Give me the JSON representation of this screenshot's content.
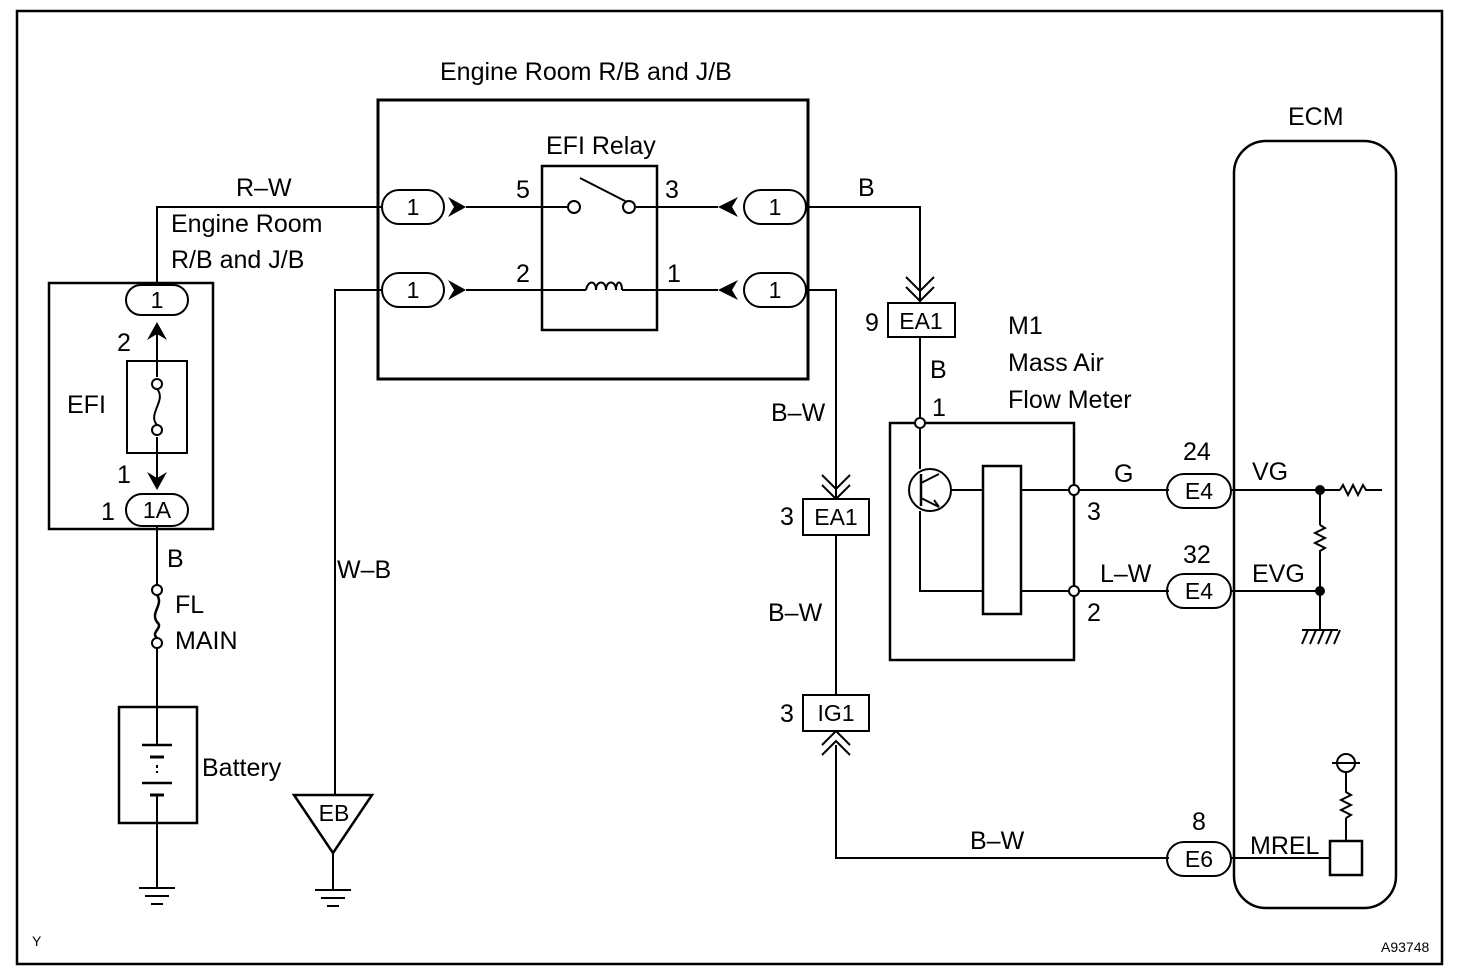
{
  "labels": {
    "title_rb_jb": "Engine Room R/B and J/B",
    "efi_relay": "EFI Relay",
    "ecm": "ECM",
    "rb_jb_line1": "Engine Room",
    "rb_jb_line2": "R/B and J/B",
    "efi_fuse": "EFI",
    "fl": "FL",
    "main": "MAIN",
    "battery": "Battery",
    "m1": "M1",
    "maf_line1": "Mass Air",
    "maf_line2": "Flow Meter",
    "vg": "VG",
    "evg": "EVG",
    "mrel": "MREL",
    "corner_left": "Y",
    "corner_right": "A93748"
  },
  "wires": {
    "rw": "R–W",
    "b_top": "B",
    "b_fuse": "B",
    "b_maf": "B",
    "wb": "W–B",
    "bw_1": "B–W",
    "bw_2": "B–W",
    "bw_bottom": "B–W",
    "g": "G",
    "lw": "L–W"
  },
  "connectors": {
    "rb_in_top": "1",
    "rb_in_bottom": "1",
    "rb_out_top": "1",
    "rb_out_bottom": "1",
    "efi_top": "1",
    "efi_bottom": "1A",
    "ea1_top": "EA1",
    "ea1_mid": "EA1",
    "ig1": "IG1",
    "e4_vg": "E4",
    "e4_evg": "E4",
    "e6": "E6",
    "eb": "EB"
  },
  "pins": {
    "relay_5": "5",
    "relay_3": "3",
    "relay_2": "2",
    "relay_1": "1",
    "fuse_2": "2",
    "fuse_1": "1",
    "efi_1a_pin": "1",
    "ea1_top_pin": "9",
    "ea1_mid_pin": "3",
    "ig1_pin": "3",
    "maf_1": "1",
    "maf_3": "3",
    "maf_2": "2",
    "e4_vg_pin": "24",
    "e4_evg_pin": "32",
    "e6_pin": "8"
  }
}
